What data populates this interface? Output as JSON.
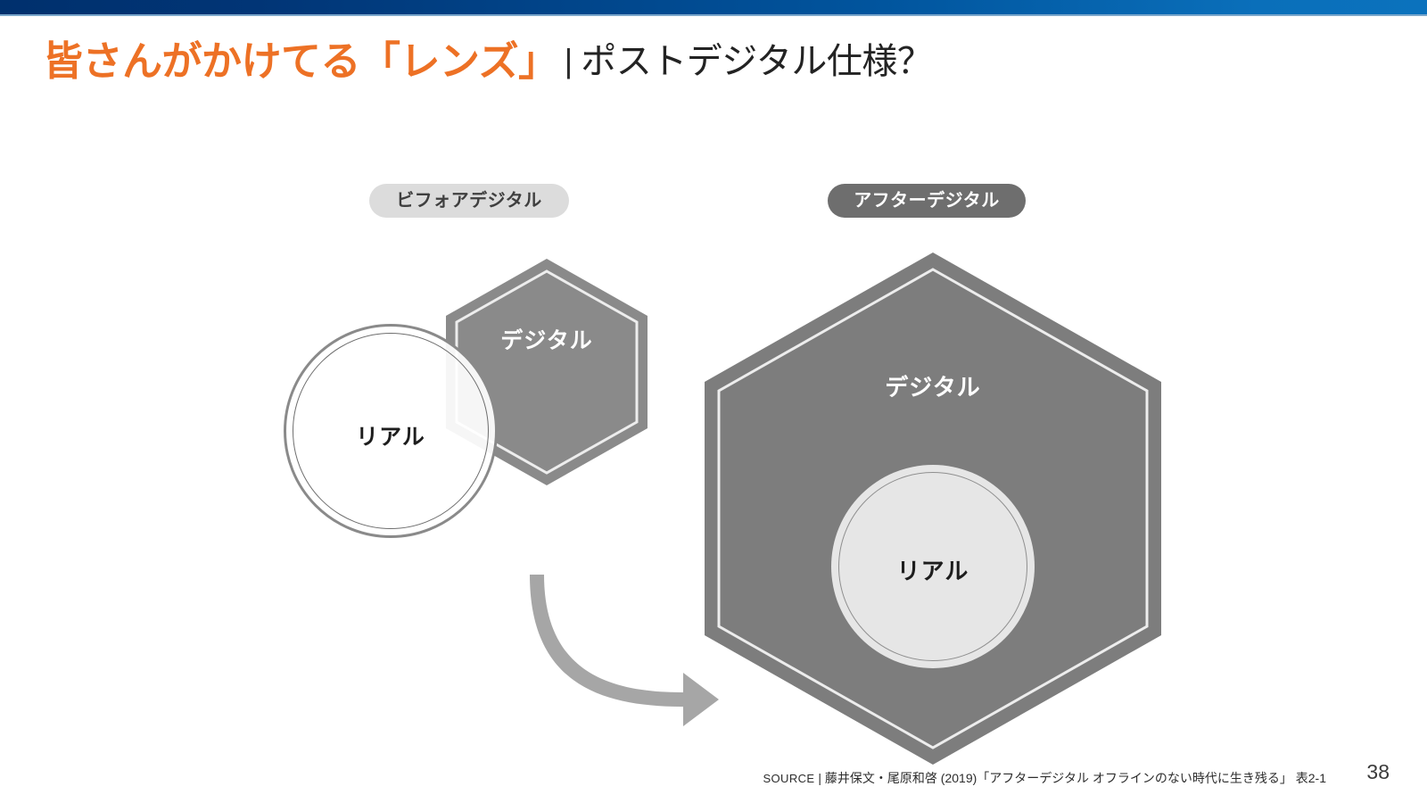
{
  "slide": {
    "page_number": "38",
    "banner": {
      "gradient_from": "#00306d",
      "gradient_to": "#0b72bd"
    },
    "title": {
      "accent_text": "皆さんがかけてる「レンズ」",
      "separator": "|",
      "rest_text": "ポストデジタル仕様？",
      "accent_color": "#ED7125",
      "rest_color": "#232323"
    },
    "diagram": {
      "before": {
        "badge_label": "ビフォアデジタル",
        "badge_bg": "#DCDCDC",
        "badge_color": "#3f3f3f",
        "circle_label": "リアル",
        "hexagon_label": "デジタル",
        "hexagon_fill": "#8A8A8A"
      },
      "after": {
        "badge_label": "アフターデジタル",
        "badge_bg": "#6E6E6E",
        "badge_color": "#FFFFFF",
        "hexagon_label": "デジタル",
        "circle_label": "リアル",
        "hexagon_fill": "#7D7D7D",
        "circle_fill": "#E6E6E6"
      },
      "arrow": {
        "name": "curved-transition-arrow",
        "color": "#A6A6A6"
      }
    },
    "footer": {
      "source_keyword": "SOURCE",
      "source_separator": "|",
      "source_text": "藤井保文・尾原和啓 (2019)「アフターデジタル オフラインのない時代に生き残る」 表2-1"
    }
  }
}
